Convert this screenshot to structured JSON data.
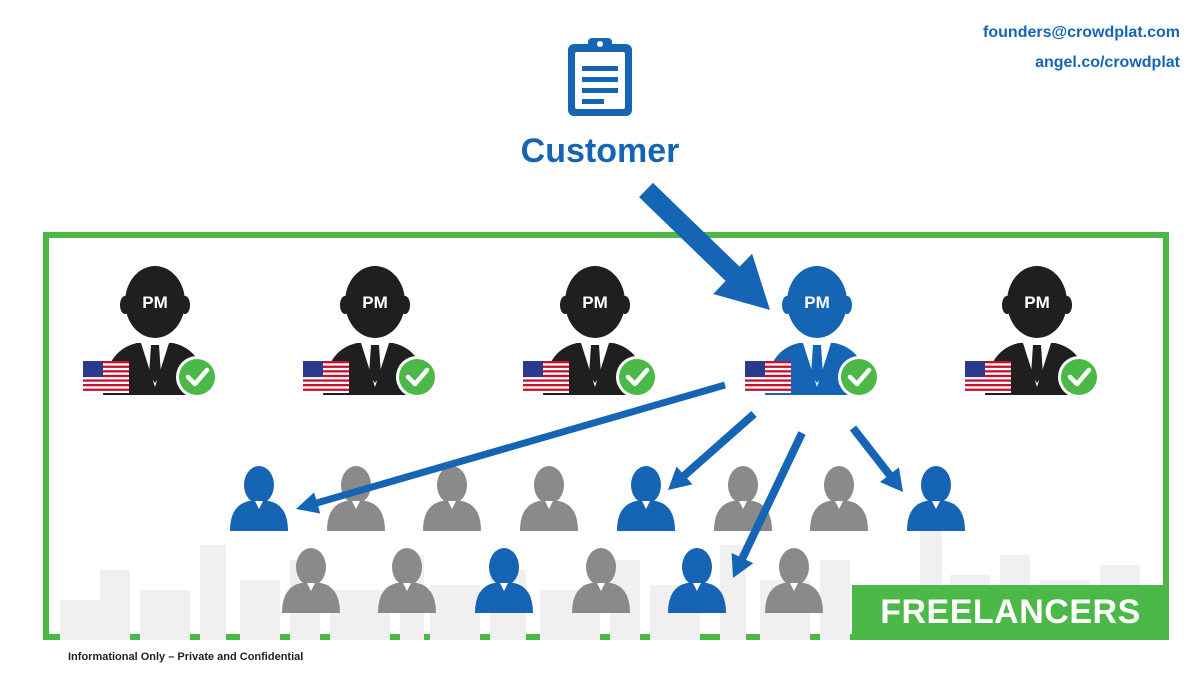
{
  "header": {
    "email": "founders@crowdplat.com",
    "angel": "angel.co/crowdplat"
  },
  "customer": {
    "label": "Customer",
    "icon": "clipboard-icon"
  },
  "pm_group": {
    "badge_text": "PM",
    "count": 5,
    "highlighted_index": 3,
    "flag_icon": "us-flag-icon",
    "check_icon": "check-circle-icon"
  },
  "freelancers": {
    "label": "FREELANCERS",
    "row1_highlighted": [
      0,
      4,
      7
    ],
    "row2_highlighted": [
      2,
      4
    ]
  },
  "colors": {
    "blue": "#1565b4",
    "dark": "#1f1f1f",
    "gray": "#8a8a8a",
    "green": "#4cb848"
  },
  "footer": {
    "text": "Informational Only – Private and Confidential"
  }
}
